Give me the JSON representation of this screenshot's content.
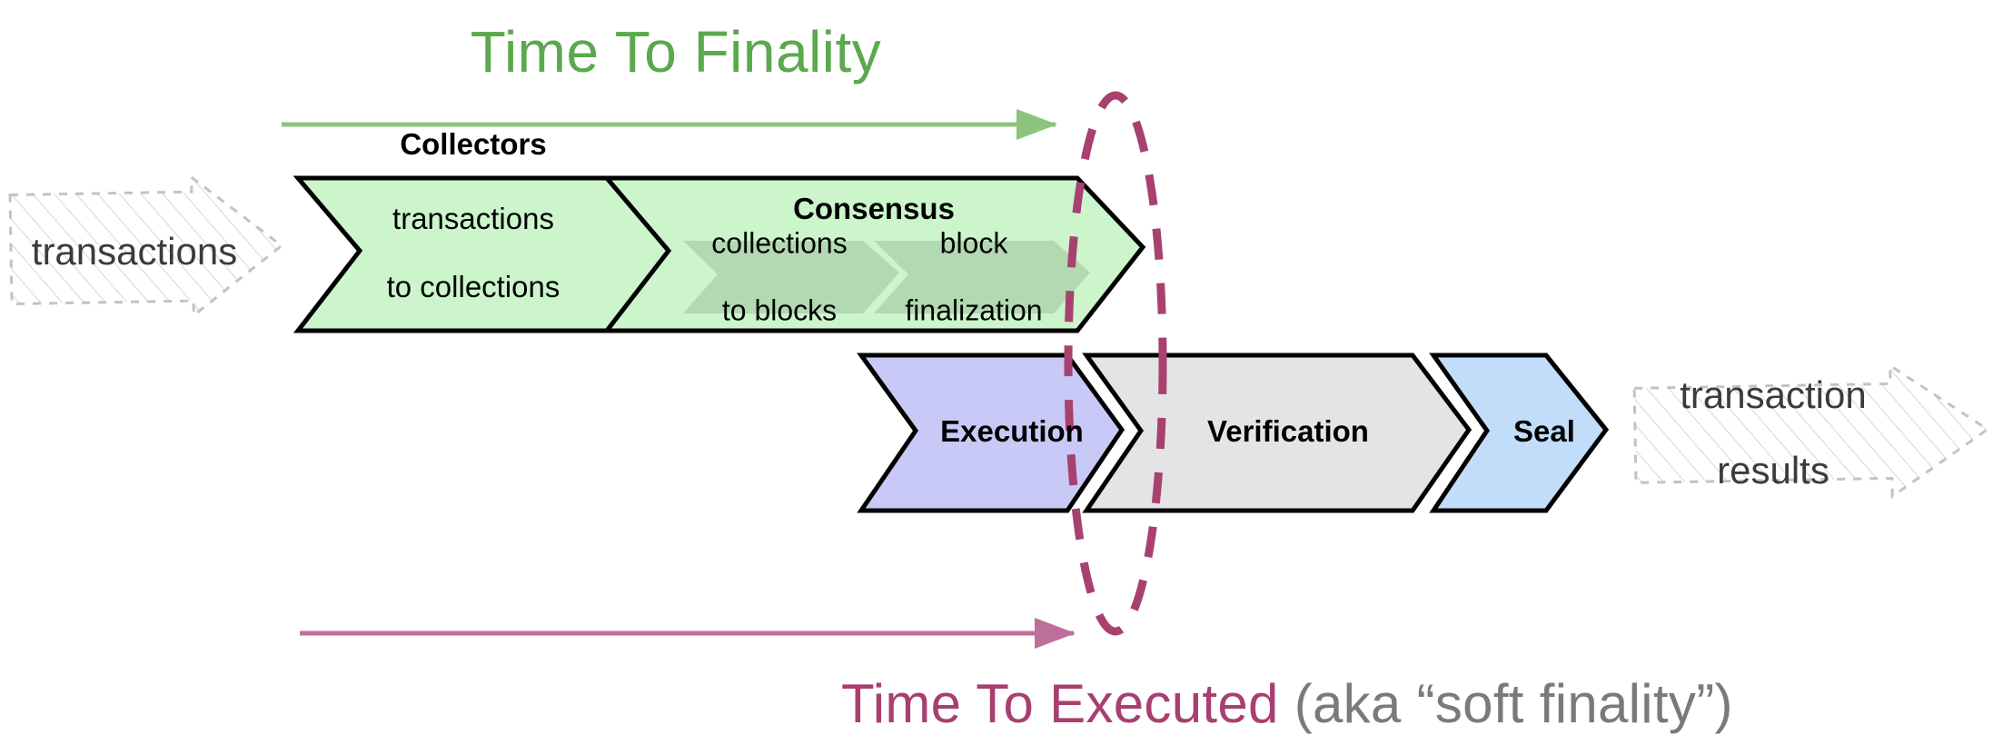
{
  "diagram": {
    "title_top": "Time To Finality",
    "caption_bottom_main": "Time To Executed",
    "caption_bottom_note": "(aka “soft finality”)",
    "input_label": "transactions",
    "output_label_line1": "transaction",
    "output_label_line2": "results",
    "colors": {
      "finality_green": "#5aa94d",
      "executed_magenta": "#a83f70",
      "note_gray": "#7a7a7a",
      "chevron_green_fill": "#ccf5cc",
      "chevron_green_inner_fill": "#b2d9b2",
      "chevron_execution_fill": "#c9c9f7",
      "chevron_verification_fill": "#e4e4e4",
      "chevron_seal_fill": "#c2ddfa",
      "chevron_stroke": "#000000",
      "ghost_stroke": "#bdbdbd"
    },
    "top_row": [
      {
        "name": "collectors",
        "title": "Collectors",
        "sub_line1": "transactions",
        "sub_line2": "to collections"
      },
      {
        "name": "consensus",
        "title": "Consensus",
        "inner": [
          {
            "name": "collections-to-blocks",
            "line1": "collections",
            "line2": "to blocks"
          },
          {
            "name": "block-finalization",
            "line1": "block",
            "line2": "finalization"
          }
        ]
      }
    ],
    "bottom_row": [
      {
        "name": "execution",
        "title": "Execution"
      },
      {
        "name": "verification",
        "title": "Verification"
      },
      {
        "name": "seal",
        "title": "Seal"
      }
    ],
    "annotations": {
      "finality_arrow": "time-to-finality-arrow",
      "executed_arrow": "time-to-executed-arrow",
      "finality_marker": "dashed-ellipse-finality-boundary"
    }
  }
}
